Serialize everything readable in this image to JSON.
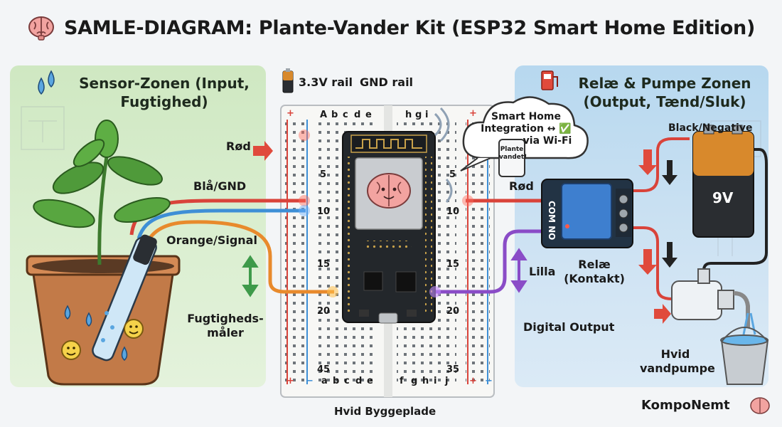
{
  "header": {
    "title": "SAMLE-DIAGRAM: Plante-Vander Kit (ESP32 Smart Home Edition)",
    "icon": "brain-icon"
  },
  "sensor_zone": {
    "title_line1": "Sensor-Zonen (Input,",
    "title_line2": "Fugtighed)",
    "icon": "water-drops-icon",
    "wire_red": "Rød",
    "wire_blue": "Blå/GND",
    "wire_orange": "Orange/Signal",
    "sensor_label_line1": "Fugtigheds-",
    "sensor_label_line2": "måler"
  },
  "rails": {
    "label_33v": "3.3V rail",
    "label_gnd": "GND rail",
    "icon": "battery-icon"
  },
  "breadboard": {
    "label": "Hvid Byggeplade",
    "columns_left": [
      "a",
      "b",
      "c",
      "d",
      "e"
    ],
    "columns_right": [
      "f",
      "g",
      "h",
      "i",
      "j"
    ],
    "top_left_cols": [
      "A",
      "b",
      "c",
      "d",
      "e"
    ],
    "top_right_cols": [
      "h",
      "g",
      "i"
    ],
    "row_numbers": [
      "5",
      "10",
      "15",
      "20",
      "45"
    ],
    "row_numbers_right": [
      "5",
      "10",
      "15",
      "20",
      "35"
    ],
    "rail_plus": "+",
    "rail_minus": "−"
  },
  "cloud": {
    "line1": "Smart Home",
    "line2": "Integration ↔ ✅",
    "line3": "via Wi-Fi",
    "phone_text_line1": "Plante",
    "phone_text_line2": "vandet!"
  },
  "relay_zone": {
    "title_line1": "Relæ & Pumpe Zonen",
    "title_line2": "(Output, Tænd/Sluk)",
    "icon": "fuel-pump-icon",
    "black_negative": "Black/Negative",
    "red_label": "Rød",
    "relay_ports": "COM NO",
    "lilla": "Lilla",
    "relay_label_line1": "Relæ",
    "relay_label_line2": "(Kontakt)",
    "digital_output": "Digital Output",
    "battery_label": "9V",
    "pump_label_line1": "Hvid",
    "pump_label_line2": "vandpumpe"
  },
  "footer": {
    "brand": "KompoNemt"
  },
  "colors": {
    "wire_red": "#d9433a",
    "wire_blue": "#3e8fd6",
    "wire_orange": "#e88a2c",
    "wire_purple": "#8a4cc7",
    "arrow_red": "#e04a3c",
    "arrow_green": "#3e9a4a"
  }
}
